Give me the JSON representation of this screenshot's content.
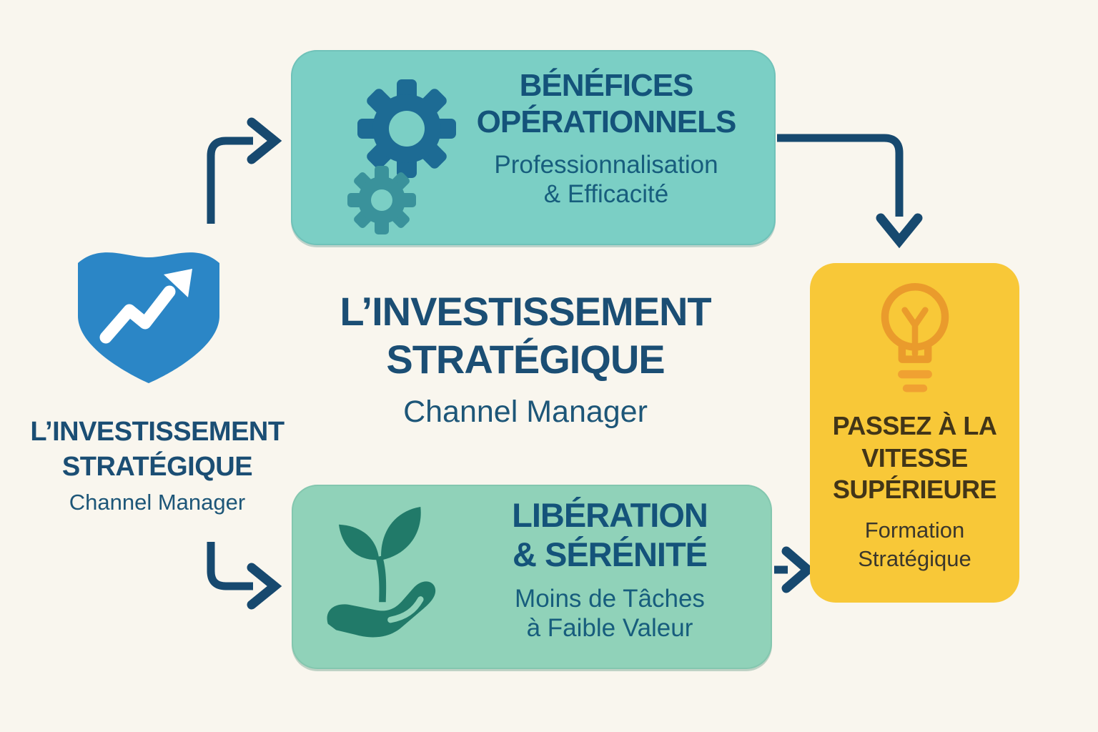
{
  "colors": {
    "bg": "#f9f6ee",
    "navy": "#1b4e74",
    "navy_soft": "#1d5678",
    "arrow": "#17496f",
    "box_teal": "#7bcfc5",
    "box_green": "#90d2b9",
    "box_yellow": "#f8c838",
    "teal_heading": "#14537a",
    "teal_subtext": "#175d7d",
    "yellow_heading": "#423518",
    "yellow_subtext": "#3b372c",
    "shield_blue": "#2b86c6",
    "gear_dark": "#1d6b94",
    "gear_light": "#3a929b",
    "plant_green": "#217a69",
    "bulb_outline": "#ea9b2c",
    "bulb_base": "#f0a132"
  },
  "center": {
    "title": [
      "L’INVESTISSEMENT",
      "STRATÉGIQUE"
    ],
    "subtitle": "Channel Manager"
  },
  "source": {
    "icon": "shield-growth-icon",
    "label": [
      "L’INVESTISSEMENT",
      "STRATÉGIQUE"
    ],
    "sublabel": "Channel Manager"
  },
  "cards": {
    "top": {
      "icon": "gears-icon",
      "title": [
        "BÉNÉFICES",
        "OPÉRATIONNELS"
      ],
      "subtitle": [
        "Professionnalisation",
        "& Efficacité"
      ]
    },
    "bottom": {
      "icon": "hand-plant-icon",
      "title": [
        "LIBÉRATION",
        "& SÉRÉNITÉ"
      ],
      "subtitle": [
        "Moins de Tâches",
        "à Faible Valeur"
      ]
    },
    "right": {
      "icon": "lightbulb-icon",
      "title": [
        "PASSEZ À LA",
        "VITESSE",
        "SUPÉRIEURE"
      ],
      "subtitle": [
        "Formation",
        "Stratégique"
      ]
    }
  }
}
